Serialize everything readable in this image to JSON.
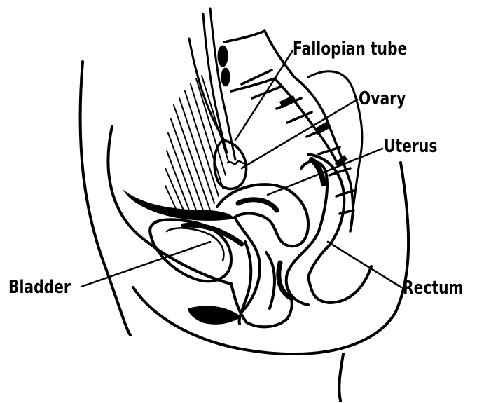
{
  "labels": {
    "fallopian_tube": "Fallopian tube",
    "ovary": "Ovary",
    "uterus": "Uterus",
    "bladder": "Bladder",
    "rectum": "Rectum"
  },
  "colors": {
    "ink": "#000000",
    "paper": "#ffffff"
  }
}
